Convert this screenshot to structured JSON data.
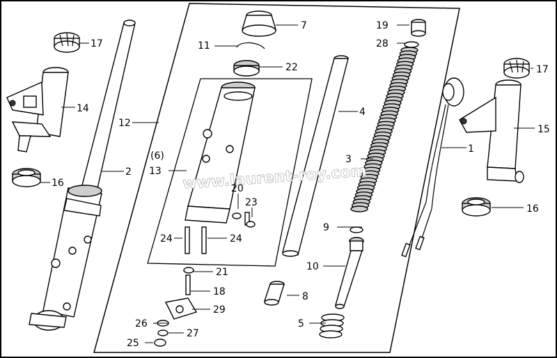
{
  "watermark": "www.laurent-roy.com",
  "labels": {
    "p1": "1",
    "p2": "2",
    "p3": "3",
    "p4": "4",
    "p5": "5",
    "p7": "7",
    "p8": "8",
    "p9": "9",
    "p10": "10",
    "p11": "11",
    "p12": "12",
    "p13": "13",
    "p13_paren": "(6)",
    "p14": "14",
    "p15": "15",
    "p16_left": "16",
    "p16_right": "16",
    "p17_left": "17",
    "p17_right": "17",
    "p18": "18",
    "p19": "19",
    "p20": "20",
    "p21": "21",
    "p22": "22",
    "p23": "23",
    "p24_left": "24",
    "p24_right": "24",
    "p25": "25",
    "p26": "26",
    "p27": "27",
    "p28": "28",
    "p29": "29"
  },
  "colors": {
    "line": "#000000",
    "background": "#ffffff",
    "shade": "#cfcfcf"
  }
}
